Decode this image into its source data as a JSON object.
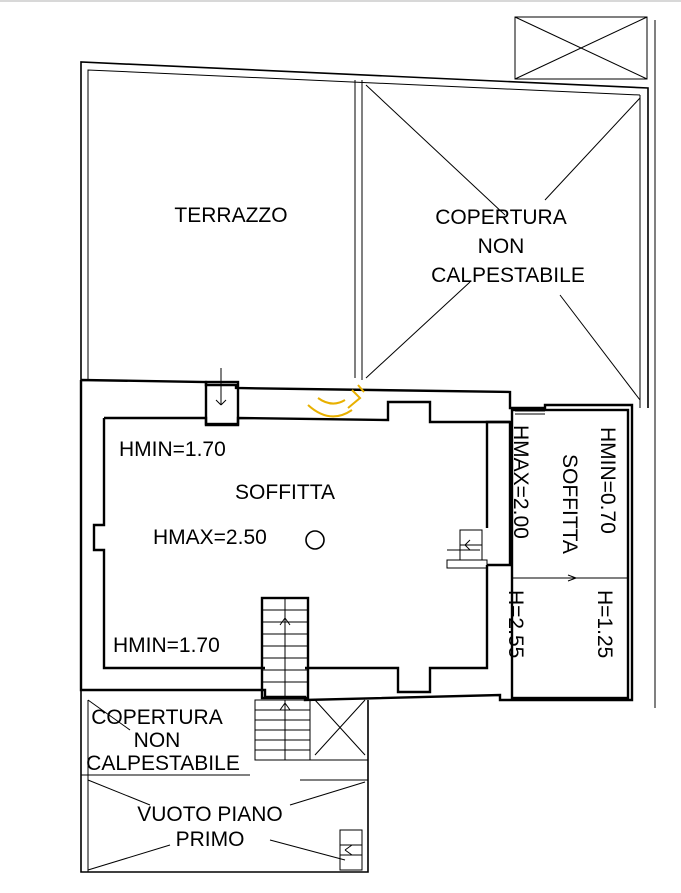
{
  "colors": {
    "ink": "#000000",
    "background": "#ffffff",
    "stamp": "#e8b000"
  },
  "rooms": {
    "terrazzo": "TERRAZZO",
    "copertura_top": [
      "COPERTURA",
      "NON",
      "CALPESTABILE"
    ],
    "soffitta_main": "SOFFITTA",
    "hmin_top": "HMIN=1.70",
    "hmax_main": "HMAX=2.50",
    "hmin_bottom": "HMIN=1.70",
    "hmax_side": "HMAX=2.00",
    "soffitta_side": "SOFFITTA",
    "hmin_side": "HMIN=0.70",
    "h_255": "H=2.55",
    "h_125": "H=1.25",
    "copertura_bottom": [
      "COPERTURA",
      "NON",
      "CALPESTABILE"
    ],
    "vuoto": [
      "VUOTO PIANO",
      "PRIMO"
    ]
  },
  "icons": {
    "stamp": "seal-icon",
    "chimney": "circle-icon"
  }
}
